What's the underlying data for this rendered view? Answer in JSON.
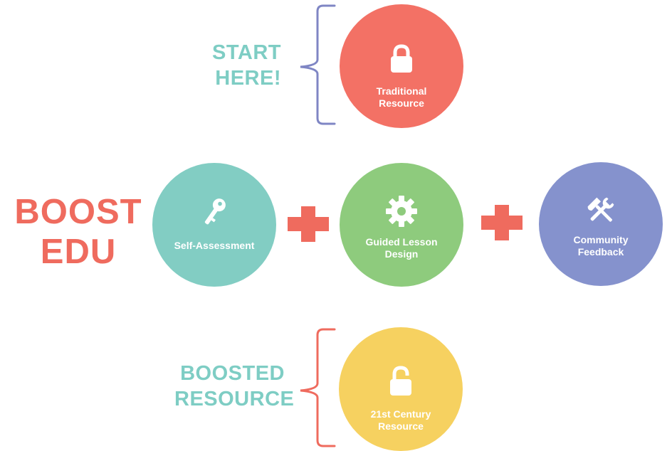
{
  "colors": {
    "red": "#f37165",
    "teal": "#82cdc3",
    "green": "#8ecb7d",
    "purple": "#8592cd",
    "yellow": "#f6d160",
    "label_teal": "#7ecdc4",
    "brand_red": "#ef6b5e",
    "bracket_top": "#7f86c4",
    "bracket_bottom": "#ef6b5e"
  },
  "start": {
    "label_lines": [
      "START",
      "HERE!"
    ],
    "circle": {
      "label_lines": [
        "Traditional",
        "Resource"
      ],
      "icon": "padlock-closed-icon"
    }
  },
  "brand": {
    "lines": [
      "BOOST",
      "EDU"
    ]
  },
  "steps": [
    {
      "label_lines": [
        "Self-Assessment"
      ],
      "icon": "key-icon"
    },
    {
      "label_lines": [
        "Guided Lesson",
        "Design"
      ],
      "icon": "gear-icon"
    },
    {
      "label_lines": [
        "Community",
        "Feedback"
      ],
      "icon": "hammer-wrench-icon"
    }
  ],
  "result": {
    "label_lines": [
      "BOOSTED",
      "RESOURCE"
    ],
    "circle": {
      "label_lines": [
        "21st Century",
        "Resource"
      ],
      "icon": "padlock-open-icon"
    }
  }
}
